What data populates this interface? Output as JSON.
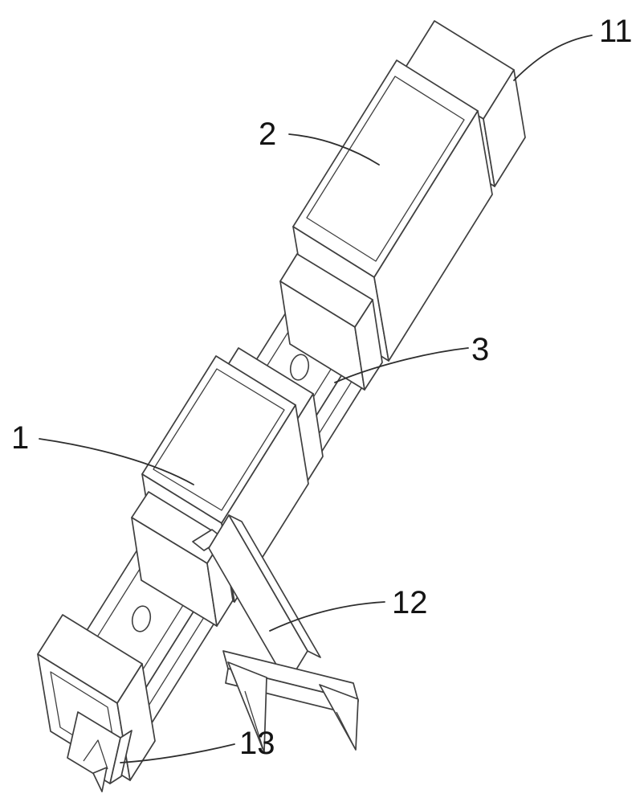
{
  "figure": {
    "background_color": "#ffffff",
    "line_color": "#3f3f3f",
    "label_color": "#141414",
    "labels": [
      {
        "text": "11"
      },
      {
        "text": "2"
      },
      {
        "text": "3"
      },
      {
        "text": "1"
      },
      {
        "text": "12"
      },
      {
        "text": "13"
      }
    ]
  }
}
